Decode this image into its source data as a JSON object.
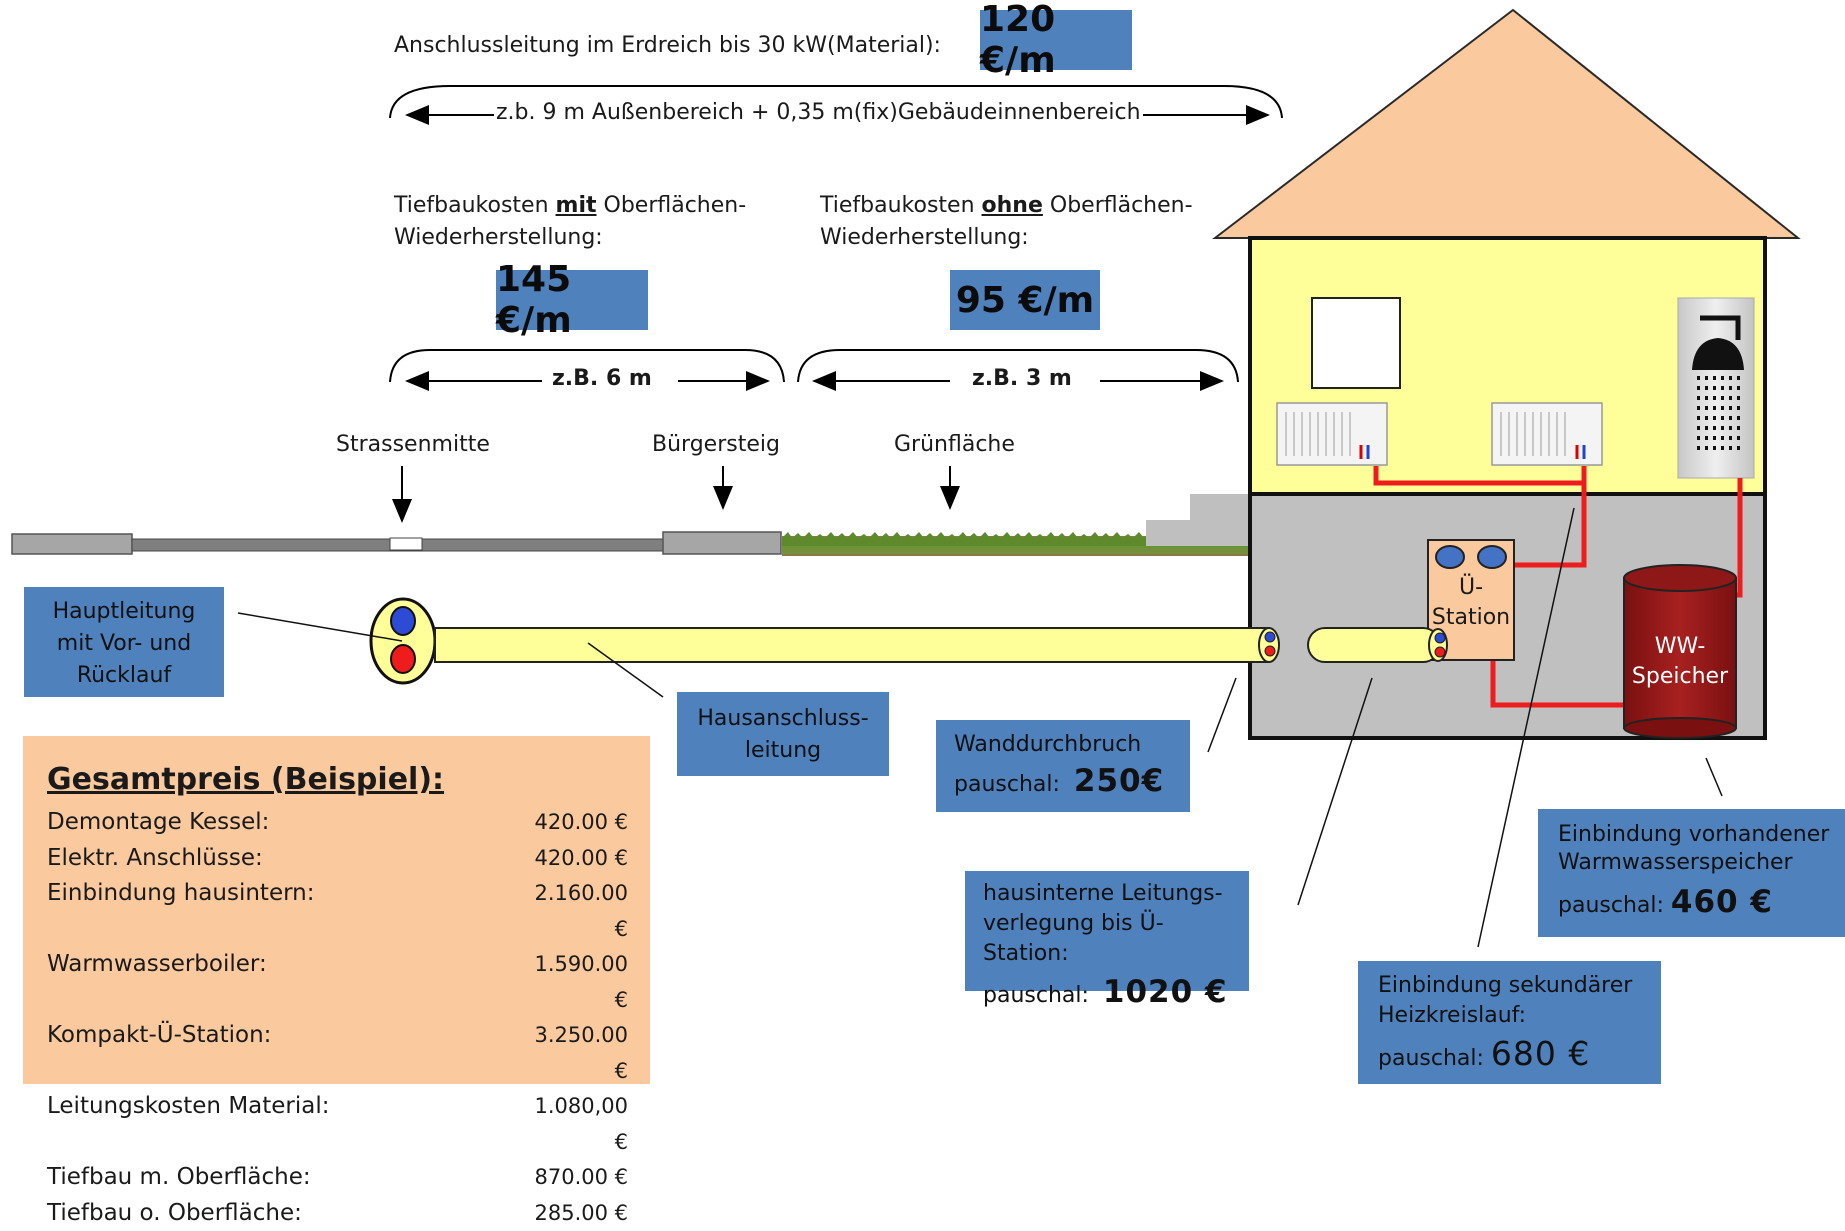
{
  "header": {
    "material_label": "Anschlussleitung im Erdreich bis 30 kW(Material):",
    "material_price": "120 €/m",
    "span_label": "z.b. 9 m Außenbereich + 0,35 m(fix)Gebäudeinnenbereich"
  },
  "tiefbau": {
    "with": {
      "line1_pre": "Tiefbaukosten ",
      "line1_emph": "mit",
      "line1_post": " Oberflächen-",
      "line2": "Wiederherstellung:",
      "price": "145 €/m",
      "length": "z.B. 6 m"
    },
    "without": {
      "line1_pre": "Tiefbaukosten ",
      "line1_emph": "ohne",
      "line1_post": " Oberflächen-",
      "line2": "Wiederherstellung:",
      "price": "95 €/m",
      "length": "z.B. 3 m"
    }
  },
  "ground_labels": {
    "street_middle": "Strassenmitte",
    "sidewalk": "Bürgersteig",
    "green": "Grünfläche"
  },
  "house": {
    "station_line1": "Ü-",
    "station_line2": "Station",
    "tank_line1": "WW-",
    "tank_line2": "Speicher"
  },
  "callouts": {
    "main_line": {
      "line1": "Hauptleitung",
      "line2": "mit Vor- und",
      "line3": "Rücklauf"
    },
    "house_connection": {
      "line1": "Hausanschluss-",
      "line2": "leitung"
    },
    "wall": {
      "line1": "Wanddurchbruch",
      "prefix": "pauschal:",
      "price": "250€"
    },
    "internal": {
      "line1": "hausinterne Leitungs-",
      "line2": "verlegung bis Ü-Station:",
      "prefix": "pauschal:",
      "price": "1020 €"
    },
    "storage": {
      "line1": "Einbindung  vorhandener",
      "line2": "Warmwasserspeicher",
      "prefix": "pauschal:",
      "price": "460 €"
    },
    "secondary": {
      "line1": "Einbindung sekundärer",
      "line2": "Heizkreislauf:",
      "prefix": "pauschal:",
      "price": "680 €"
    }
  },
  "summary": {
    "title": "Gesamtpreis (Beispiel):",
    "rows": [
      {
        "label": "Demontage Kessel:",
        "value": "420.00 €"
      },
      {
        "label": "Elektr. Anschlüsse:",
        "value": "420.00 €"
      },
      {
        "label": "Einbindung hausintern:",
        "value": "2.160.00 €"
      },
      {
        "label": "Warmwasserboiler:",
        "value": "1.590.00 €"
      },
      {
        "label": "Kompakt-Ü-Station:",
        "value": "3.250.00 €"
      },
      {
        "label": "Leitungskosten Material:",
        "value": "1.080,00 €"
      },
      {
        "label": "Tiefbau m. Oberfläche:",
        "value": "870.00 €"
      },
      {
        "label": "Tiefbau o. Oberfläche:",
        "value": "285.00 €"
      }
    ]
  },
  "colors": {
    "callout_blue": "#4f81bd",
    "summary_bg": "#fac99e",
    "pipe_yellow": "#ffff99",
    "roof": "#fac99e",
    "wall_yellow": "#ffff99",
    "basement": "#c0c0c0",
    "tank": "#9c1b1b"
  }
}
